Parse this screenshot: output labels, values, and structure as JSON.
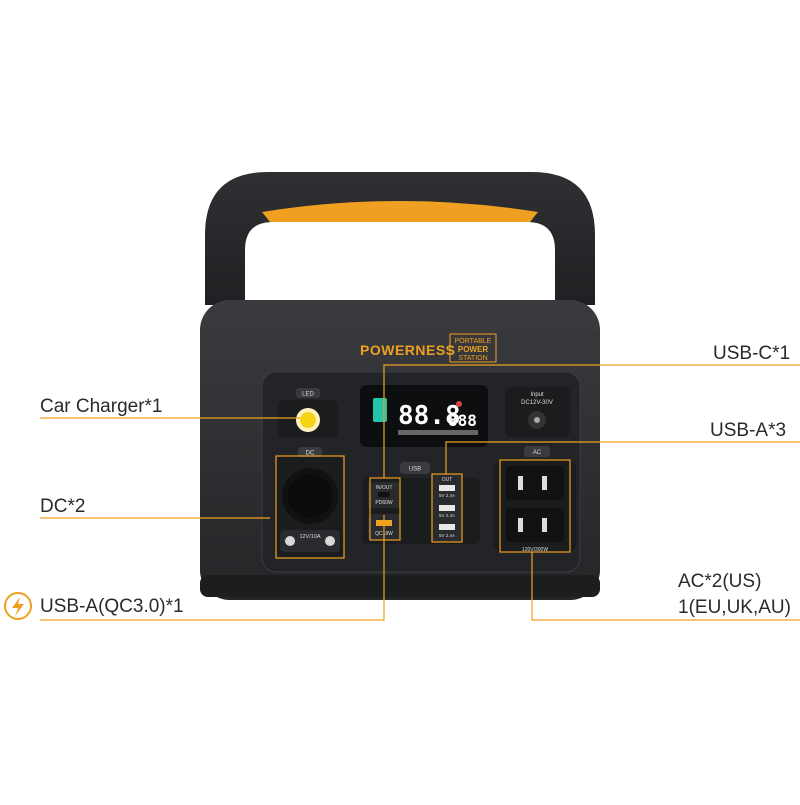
{
  "brand": {
    "name": "POWERNESS",
    "tag_line1": "PORTABLE",
    "tag_line2": "POWER",
    "tag_line3": "STATION"
  },
  "callouts": {
    "car_charger": "Car Charger*1",
    "dc": "DC*2",
    "usb_a_qc": "USB-A(QC3.0)*1",
    "usb_c": "USB-C*1",
    "usb_a": "USB-A*3",
    "ac_line1": "AC*2(US)",
    "ac_line2": "1(EU,UK,AU)"
  },
  "panel": {
    "led_button": "LED",
    "dc_button": "DC",
    "usb_button": "USB",
    "ac_button": "AC",
    "input_label": "Input",
    "input_spec": "DC12V-30V",
    "dc_out_spec": "12V/10A",
    "usbc_label_top": "IN/OUT",
    "usbc_spec": "PD60W",
    "qc_spec": "QC18W",
    "out_label": "OUT",
    "usb_a_spec_1": "5V 2.4A",
    "usb_a_spec_2": "5V 2.4A",
    "usb_a_spec_3": "5V 2.4A",
    "ac_spec": "120V/300W",
    "display_main": "88.8",
    "display_secondary": "888"
  },
  "colors": {
    "accent": "#f0a020",
    "body": "#2d2e30",
    "panel": "#1e1f21"
  }
}
